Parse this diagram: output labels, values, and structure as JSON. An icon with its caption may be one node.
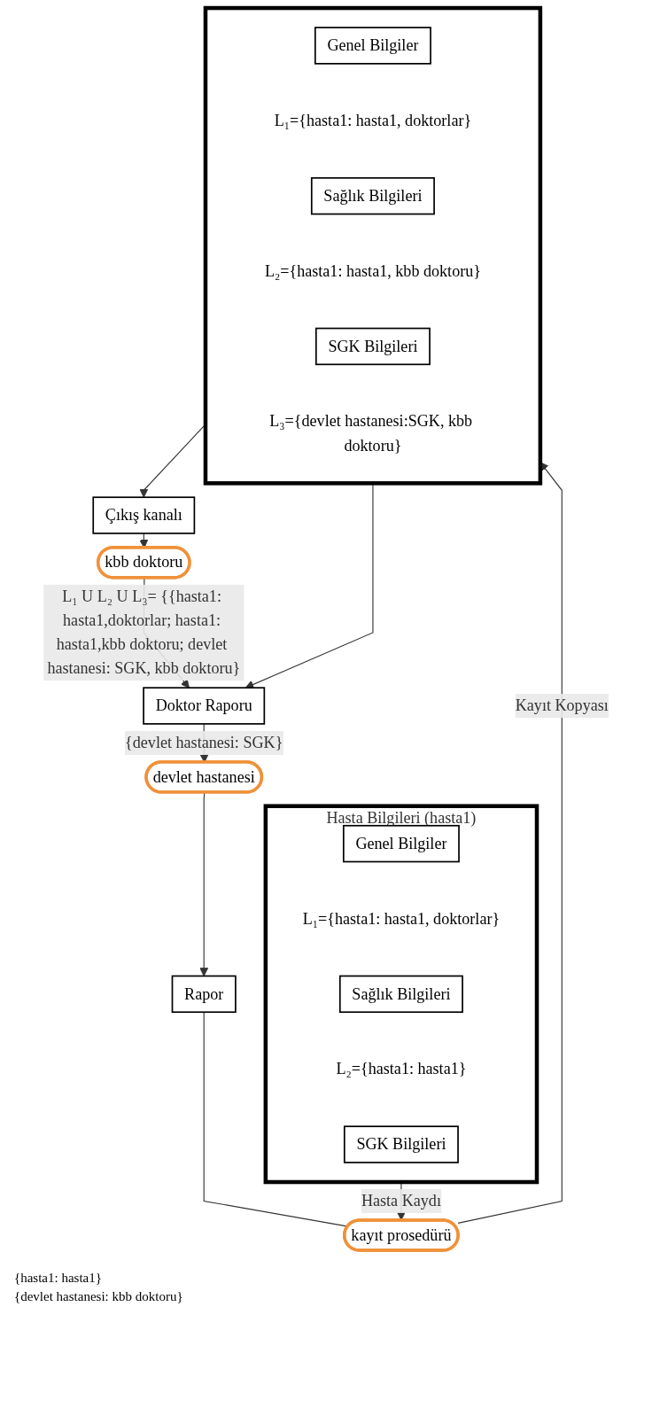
{
  "diagram": {
    "nodes": [
      {
        "text": [
          "Hasta Bilgileri (hasta1)"
        ]
      },
      {
        "text": [
          "Genel Bilgiler"
        ],
        "in": 0,
        "beside": [
          "L₁={hasta1: hasta1, doktorlar}"
        ]
      },
      {
        "text": [
          "Sağlık Bilgileri"
        ],
        "in": 0,
        "beside": [
          "L₂={hasta1: hasta1}"
        ]
      },
      {
        "text": [
          "SGK Bilgileri"
        ],
        "in": 0
      },
      {
        "text": [
          "devlet hastanesi"
        ]
      },
      {
        "text": [
          "Rapor"
        ]
      },
      {
        "text": [
          "kayıt prosedürü"
        ]
      },
      {
        "text": [],
        "shape": "box"
      },
      {
        "text": [
          "Genel Bilgiler"
        ],
        "in": 7,
        "beside": [
          "L₁={hasta1: hasta1, doktorlar}"
        ]
      },
      {
        "text": [
          "Sağlık Bilgileri"
        ],
        "in": 7,
        "beside": [
          "L₂={hasta1: hasta1, kbb doktoru}"
        ]
      },
      {
        "text": [
          "SGK Bilgileri"
        ],
        "in": 7,
        "beside": [
          "L₃={devlet hastanesi:SGK, kbb doktoru}"
        ]
      },
      {
        "text": [
          "Doktor Raporu"
        ]
      },
      {
        "text": [
          "kbb doktoru"
        ]
      },
      {
        "text": [
          "Çıkış kanalı"
        ]
      }
    ],
    "edges": [
      {
        "from": 0,
        "to": 6,
        "arrow": "to",
        "label": "Hasta Kaydı"
      },
      {
        "from": 4,
        "to": 5,
        "arrow": "to"
      },
      {
        "from": 5,
        "to": 6,
        "arrow": "none"
      },
      {
        "from": 6,
        "to": 7,
        "arrow": "to",
        "label": "Kayıt Kopyası"
      },
      {
        "from": 7,
        "to": 11,
        "arrow": "to"
      },
      {
        "from": 7,
        "to": 13,
        "arrow": "to"
      },
      {
        "from": 11,
        "to": 4,
        "arrow": "to",
        "label": "{devlet hastanesi: SGK}"
      },
      {
        "from": 12,
        "to": 11,
        "arrow": "to",
        "label": "L₁ U L₂ U L₃= {{hasta1: hasta1,doktorlar; hasta1: hasta1,kbb doktoru; devlet hastanesi: SGK, kbb doktoru}"
      },
      {
        "from": 13,
        "to": 12,
        "arrow": "to"
      }
    ],
    "labels": [
      "{hasta1: hasta1}",
      "{devlet hastanesi: kbb doktoru}"
    ]
  }
}
